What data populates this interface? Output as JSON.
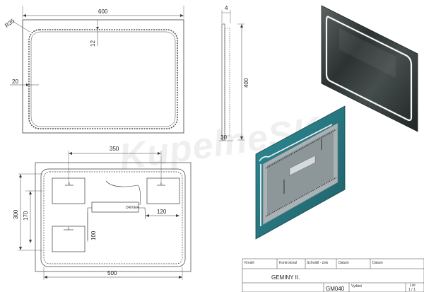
{
  "watermark": "KupelneSK",
  "front_view": {
    "width_label": "600",
    "radius_label": "R35",
    "top_margin_label": "12",
    "side_margin_label": "20"
  },
  "side_view": {
    "thickness_label": "4",
    "height_label": "400",
    "depth_label": "30"
  },
  "back_view": {
    "top_width_label": "350",
    "height_outer_label": "300",
    "height_inner_label": "170",
    "box_width_label": "120",
    "box_height_label": "100",
    "bottom_width_label": "500",
    "driver_label": "DRIVER"
  },
  "title_block": {
    "headers": {
      "drawn": "Kreslil",
      "checked": "Kontroloval",
      "approved": "Schválil - zisk",
      "date1": "Datum",
      "date2": "Datum"
    },
    "product_name": "GEMINY II.",
    "code": "GM040",
    "issued_label": "Vydání",
    "sheet_label": "List",
    "sheet_value": "1 / 1"
  },
  "colors": {
    "line": "#3c3c3c",
    "mirror_dark": "#2e3434",
    "back_teal": "#2b7c86",
    "led": "#f4f7f6"
  }
}
